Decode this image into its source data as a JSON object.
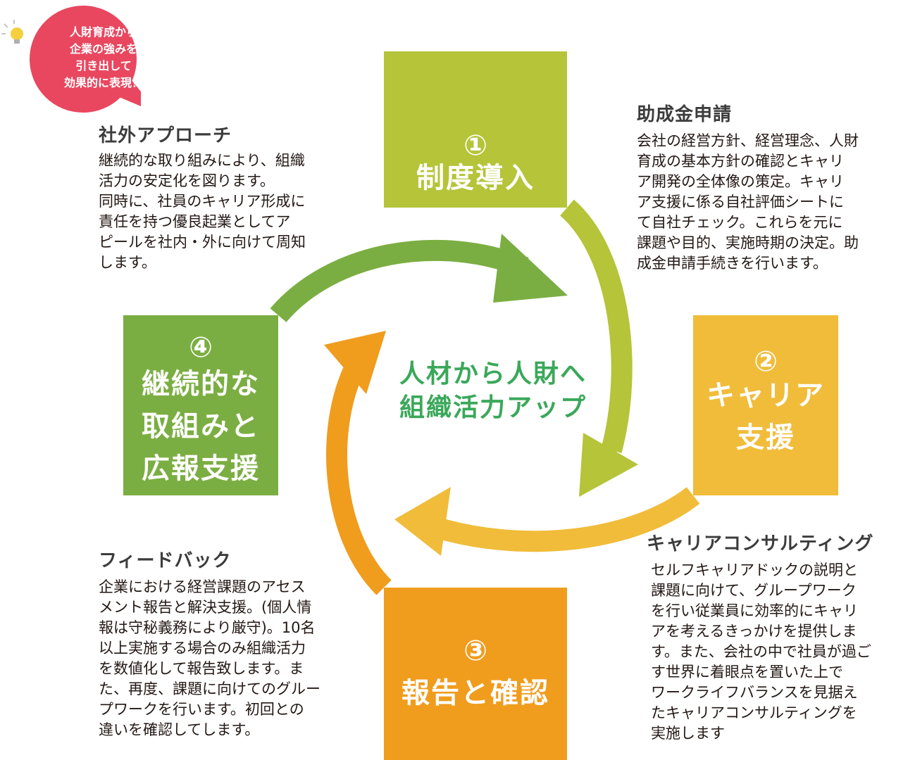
{
  "bubble": {
    "text": "人財育成から\n企業の強みを\n引き出して\n効果的に表現！",
    "icon": "lightbulb-icon",
    "color": "#e8475f"
  },
  "center": {
    "line1": "人材から人財へ",
    "line2": "組織活力アップ"
  },
  "steps": [
    {
      "number": "①",
      "title": "制度導入",
      "color": "#b5c439"
    },
    {
      "number": "②",
      "title": "キャリア\n支援",
      "title_line1": "キャリア",
      "title_line2": "支援",
      "color": "#f0bc3a"
    },
    {
      "number": "③",
      "title": "報告と確認",
      "color": "#f09c1d"
    },
    {
      "number": "④",
      "title_line1": "継続的な",
      "title_line2": "取組みと",
      "title_line3": "広報支援",
      "color": "#7bae42"
    }
  ],
  "sections": {
    "top_left": {
      "title": "社外アプローチ",
      "body": "継続的な取り組みにより、組織\n活力の安定化を図ります。\n同時に、社員のキャリア形成に\n責任を持つ優良起業としてア\nピールを社内・外に向けて周知\nします。"
    },
    "top_right": {
      "title": "助成金申請",
      "body": "会社の経営方針、経営理念、人財\n育成の基本方針の確認とキャリ\nア開発の全体像の策定。キャリ\nア支援に係る自社評価シートに\nて自社チェック。これらを元に\n課題や目的、実施時期の決定。助\n成金申請手続きを行います。"
    },
    "bottom_right": {
      "title": "キャリアコンサルティング",
      "body": "セルフキャリアドックの説明と\n課題に向けて、グループワーク\nを行い従業員に効率的にキャリ\nアを考えるきっかけを提供しま\nす。また、会社の中で社員が過ご\nす世界に着眼点を置いた上で\nワークライフバランスを見据え\nたキャリアコンサルティングを\n実施します"
    },
    "bottom_left": {
      "title": "フィードバック",
      "body": "企業における経営課題のアセス\nメント報告と解決支援。(個人情\n報は守秘義務により厳守)。10名\n以上実施する場合のみ組織活力\nを数値化して報告致します。ま\nた、再度、課題に向けてのグルー\nプワークを行います。初回との\n違いを確認してします。"
    }
  }
}
